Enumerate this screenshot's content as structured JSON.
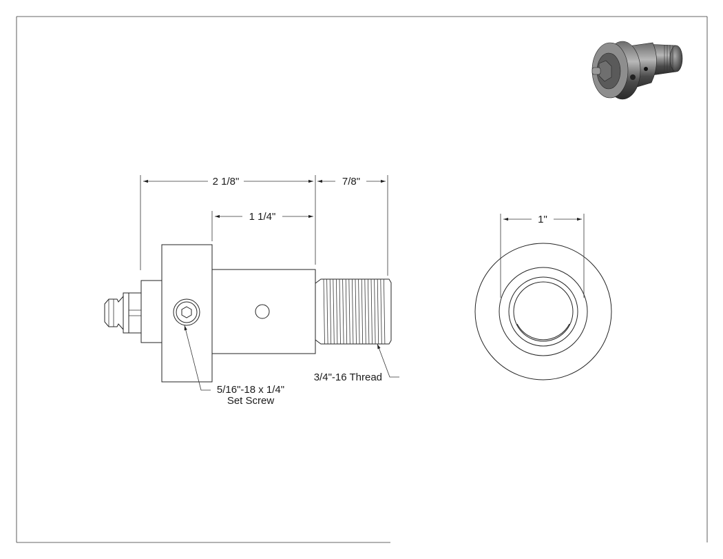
{
  "dimensions": {
    "overall_length": "2 1/8\"",
    "thread_length": "7/8\"",
    "body_length": "1 1/4\"",
    "bore_diameter": "1\""
  },
  "callouts": {
    "set_screw_line1": "5/16\"-18 x 1/4\"",
    "set_screw_line2": "Set Screw",
    "thread": "3/4\"-16 Thread"
  },
  "colors": {
    "line": "#222222",
    "metal_dark": "#4a4a4a",
    "metal_light": "#9a9a9a"
  }
}
